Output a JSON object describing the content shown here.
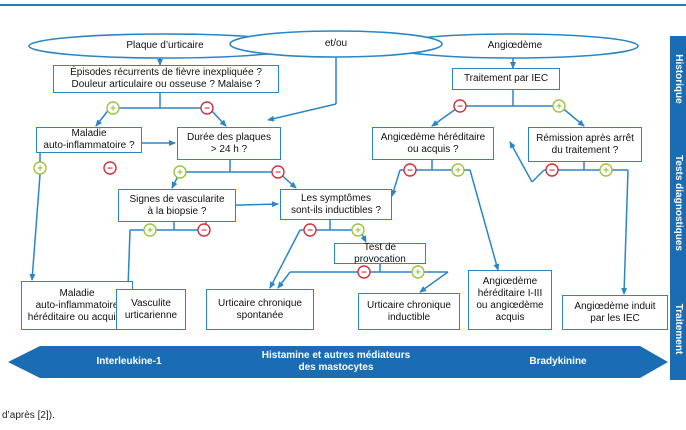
{
  "ellipses": {
    "urticaire": "Plaque d’urticaire",
    "etou": "et/ou",
    "angioedeme": "Angiœdème"
  },
  "nodes": {
    "episodes": [
      "Épisodes récurrents de fièvre inexpliquée ?",
      "Douleur articulaire ou osseuse ? Malaise ?"
    ],
    "iec": "Traitement par IEC",
    "auto_q": [
      "Maladie",
      "auto-inflammatoire ?"
    ],
    "duree": [
      "Durée des plaques",
      "> 24 h ?"
    ],
    "hered_q": [
      "Angiœdème héréditaire",
      "ou acquis ?"
    ],
    "remission": [
      "Rémission après arrêt",
      "du traitement ?"
    ],
    "signes": [
      "Signes de vascularite",
      "à la biopsie ?"
    ],
    "symptomes": [
      "Les symptômes",
      "sont-ils inductibles ?"
    ],
    "provocation": "Test de provocation",
    "r_auto": [
      "Maladie",
      "auto-inflammatoire",
      "héréditaire ou acquise"
    ],
    "r_vasc": [
      "Vasculite",
      "urticarienne"
    ],
    "r_spont": [
      "Urticaire chronique",
      "spontanée"
    ],
    "r_induct": [
      "Urticaire chronique",
      "inductible"
    ],
    "r_hered": [
      "Angiœdème",
      "héréditaire I-III",
      "ou angiœdème",
      "acquis"
    ],
    "r_iec": [
      "Angiœdème induit",
      "par les IEC"
    ]
  },
  "band": {
    "left": "Interleukine-1",
    "center": [
      "Histamine et autres médiateurs",
      "des mastocytes"
    ],
    "right": "Bradykinine"
  },
  "side_labels": [
    "Historique",
    "Tests diagnostiques",
    "Traitement"
  ],
  "caption": "d’après [2]).",
  "colors": {
    "blue": "#2a86c6",
    "dark_blue": "#1a6db3",
    "red": "#d0303e",
    "green": "#9ec33c"
  }
}
